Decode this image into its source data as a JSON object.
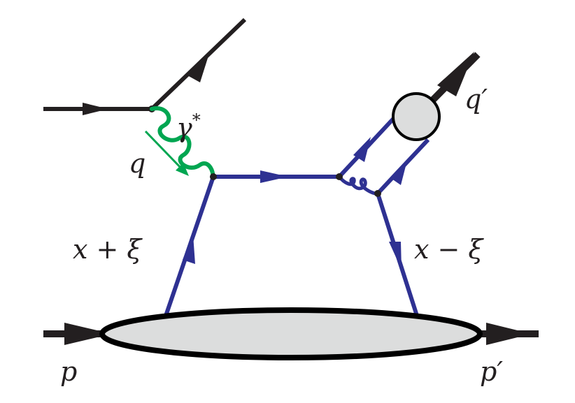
{
  "colors": {
    "background": "#ffffff",
    "lepton_line": "#231f20",
    "quark_line": "#2e3192",
    "photon_line": "#00a651",
    "blob_fill": "#dcdddd",
    "blob_stroke": "#000000"
  },
  "labels": {
    "photon": "γ",
    "photon_sup": "*",
    "photon_momentum": "q",
    "meson_momentum": "q",
    "meson_prime": "′",
    "left_quark": "x + ξ",
    "right_quark": "x − ξ",
    "incoming_proton": "p",
    "outgoing_proton": "p",
    "outgoing_proton_prime": "′"
  }
}
